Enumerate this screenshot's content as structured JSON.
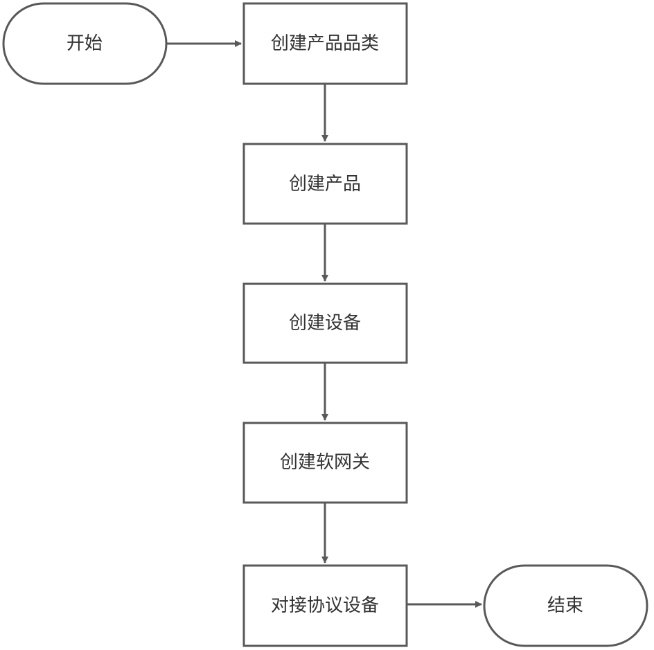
{
  "flowchart": {
    "start": {
      "label": "开始"
    },
    "steps": [
      {
        "label": "创建产品品类"
      },
      {
        "label": "创建产品"
      },
      {
        "label": "创建设备"
      },
      {
        "label": "创建软网关"
      },
      {
        "label": "对接协议设备"
      }
    ],
    "end": {
      "label": "结束"
    }
  },
  "colors": {
    "stroke": "#595959",
    "arrow": "#595959",
    "fill": "#ffffff",
    "text": "#333333"
  }
}
